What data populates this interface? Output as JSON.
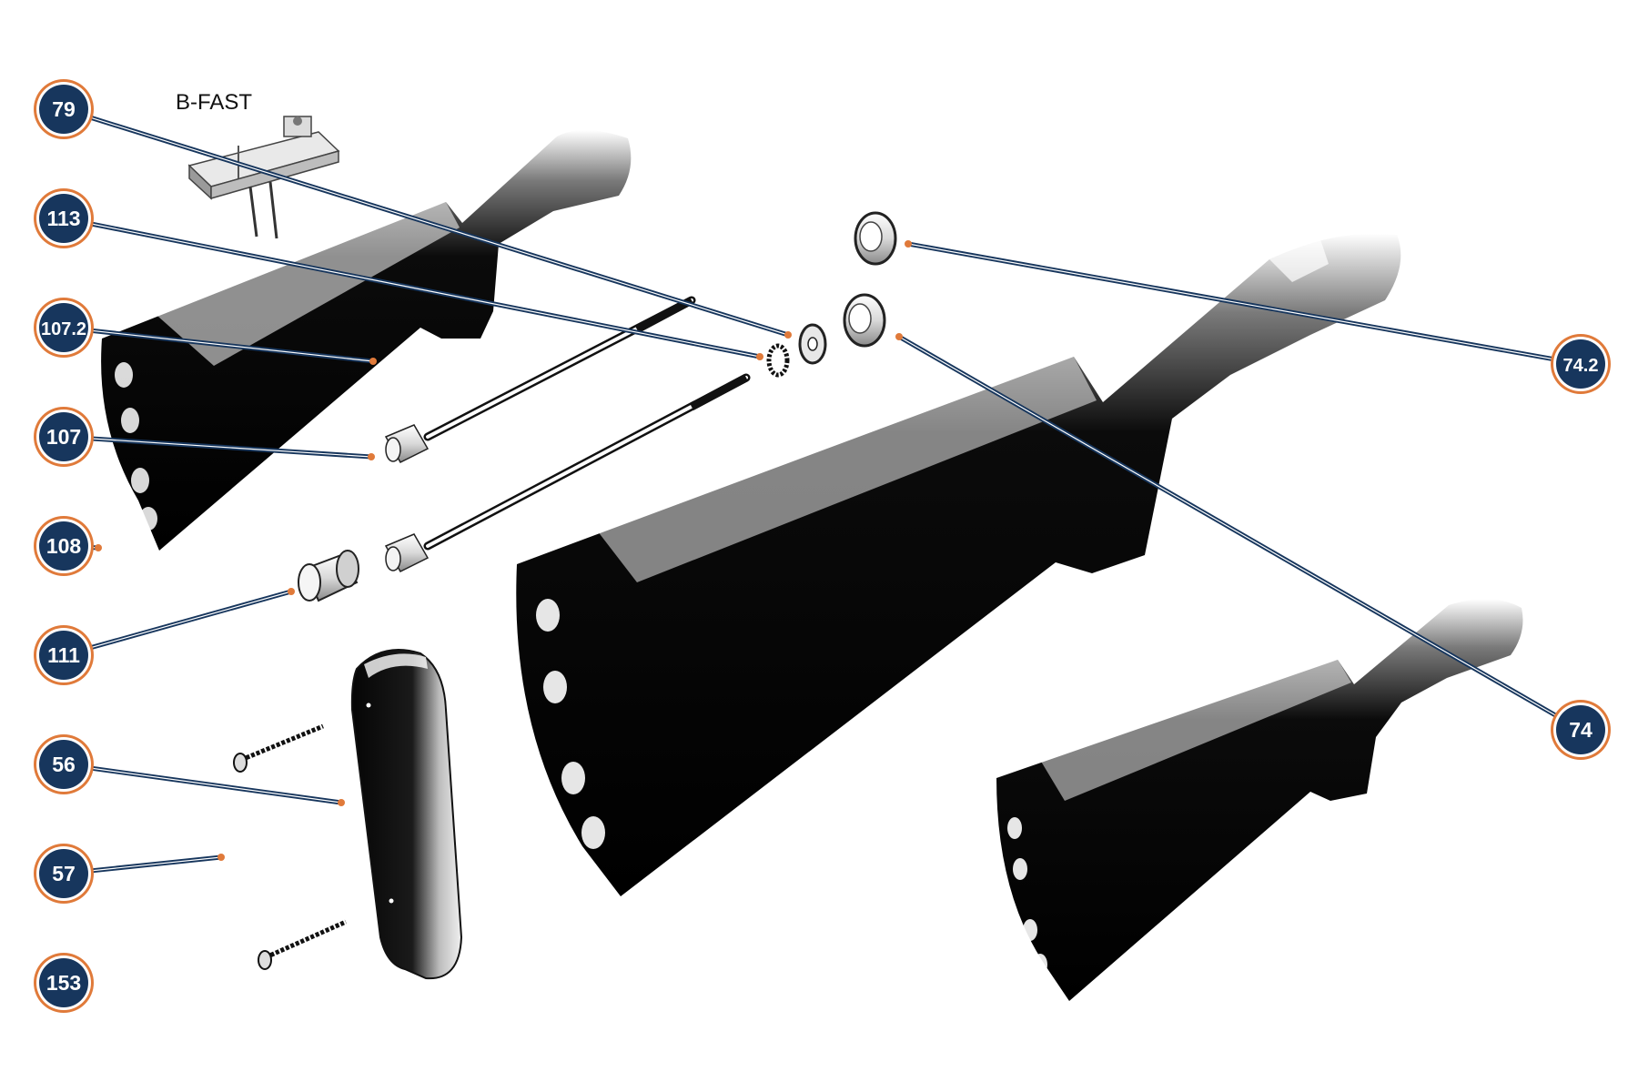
{
  "diagram": {
    "title": "B-FAST",
    "colors": {
      "badge_fill": "#17365d",
      "badge_ring": "#e07a3a",
      "leader_line": "#17365d",
      "anchor_dot": "#e07a3a",
      "part_dark": "#0b0b0b",
      "part_light": "#f2f2f2"
    },
    "callouts": [
      {
        "id": "79",
        "label": "79"
      },
      {
        "id": "113",
        "label": "113"
      },
      {
        "id": "107-2",
        "label": "107.2"
      },
      {
        "id": "107",
        "label": "107"
      },
      {
        "id": "108",
        "label": "108"
      },
      {
        "id": "111",
        "label": "111"
      },
      {
        "id": "56",
        "label": "56"
      },
      {
        "id": "57",
        "label": "57"
      },
      {
        "id": "153",
        "label": "153"
      },
      {
        "id": "74-2",
        "label": "74.2"
      },
      {
        "id": "74",
        "label": "74"
      }
    ],
    "parts": [
      {
        "id": "b-fast-bracket",
        "icon": "bracket-icon"
      },
      {
        "id": "stock-upper-left",
        "icon": "gun-stock-icon"
      },
      {
        "id": "stock-main",
        "icon": "gun-stock-icon"
      },
      {
        "id": "stock-small-right",
        "icon": "gun-stock-icon"
      },
      {
        "id": "recoil-pad",
        "icon": "recoil-pad-icon"
      },
      {
        "id": "stock-bolt-upper",
        "icon": "bolt-icon"
      },
      {
        "id": "stock-bolt-lower",
        "icon": "bolt-icon"
      },
      {
        "id": "lock-washer",
        "icon": "lock-washer-icon"
      },
      {
        "id": "flat-washer",
        "icon": "washer-icon"
      },
      {
        "id": "cap-upper",
        "icon": "bushing-icon"
      },
      {
        "id": "cap-lower",
        "icon": "bushing-icon"
      },
      {
        "id": "spacer-ring",
        "icon": "spacer-icon"
      },
      {
        "id": "screw-upper",
        "icon": "screw-icon"
      },
      {
        "id": "screw-lower",
        "icon": "screw-icon"
      }
    ]
  }
}
